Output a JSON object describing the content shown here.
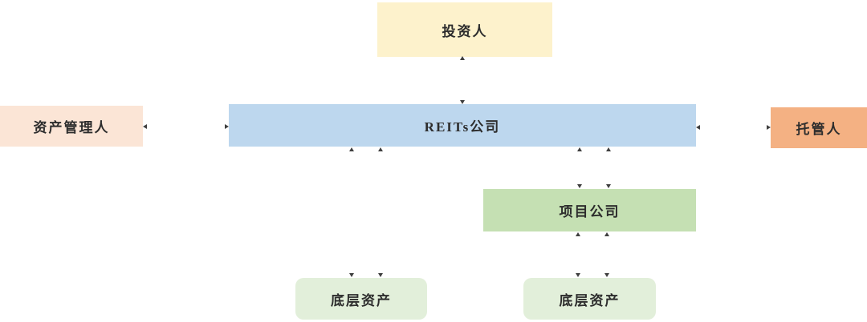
{
  "diagram": {
    "title": "REITs structure diagram",
    "text_color": "#2d2d2d",
    "arrow_color": "#3f3f3f",
    "background": "#ffffff",
    "nodes": {
      "investor": {
        "label": "投资人",
        "fill": "#FDF2CC",
        "shape": "rect"
      },
      "asset_manager": {
        "label": "资产管理人",
        "fill": "#FBE5D6",
        "shape": "rect"
      },
      "reits_company": {
        "label": "REITs公司",
        "fill": "#BDD7EE",
        "shape": "rect"
      },
      "custodian": {
        "label": "托管人",
        "fill": "#F4B183",
        "shape": "rect"
      },
      "project_company": {
        "label": "项目公司",
        "fill": "#C5E0B3",
        "shape": "rect"
      },
      "underlying_asset_left": {
        "label": "底层资产",
        "fill": "#E2EFDA",
        "shape": "rounded-rect"
      },
      "underlying_asset_right": {
        "label": "底层资产",
        "fill": "#E2EFDA",
        "shape": "rounded-rect"
      }
    },
    "connectors": [
      {
        "from": "investor",
        "to": "reits_company",
        "orientation": "vertical",
        "arrows": "both",
        "lines": 1
      },
      {
        "from": "asset_manager",
        "to": "reits_company",
        "orientation": "horizontal",
        "arrows": "both",
        "lines": 1
      },
      {
        "from": "reits_company",
        "to": "custodian",
        "orientation": "horizontal",
        "arrows": "both",
        "lines": 1
      },
      {
        "from": "reits_company",
        "to": "underlying_asset_left",
        "orientation": "vertical",
        "arrows": "both",
        "lines": 2
      },
      {
        "from": "reits_company",
        "to": "project_company",
        "orientation": "vertical",
        "arrows": "both",
        "lines": 2
      },
      {
        "from": "project_company",
        "to": "underlying_asset_right",
        "orientation": "vertical",
        "arrows": "both",
        "lines": 2
      }
    ]
  }
}
